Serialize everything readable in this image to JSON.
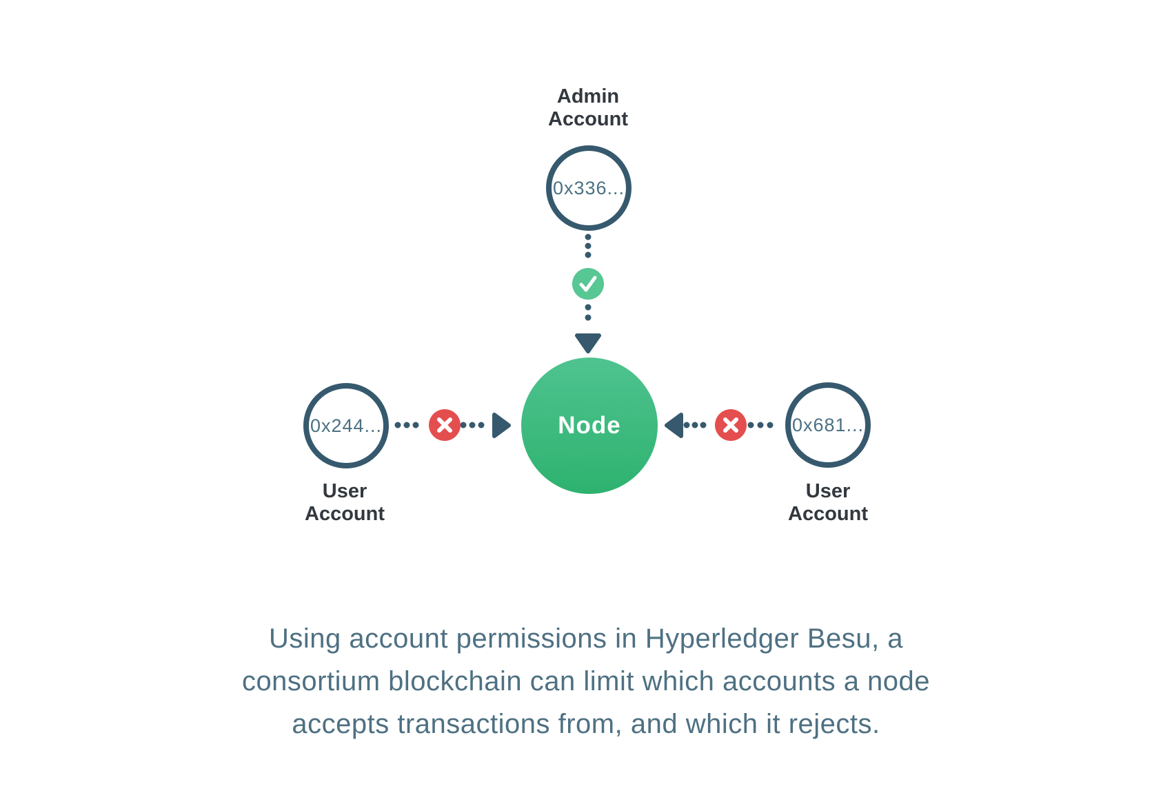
{
  "diagram": {
    "admin_account": {
      "label": [
        "Admin",
        "Account"
      ],
      "address": "0x336..."
    },
    "node": {
      "label": "Node"
    },
    "left_user_account": {
      "label": [
        "User",
        "Account"
      ],
      "address": "0x244..."
    },
    "right_user_account": {
      "label": [
        "User",
        "Account"
      ],
      "address": "0x681..."
    },
    "icons": {
      "accept": "check-icon",
      "reject": "x-icon",
      "arrows": "arrowhead-icon"
    }
  },
  "caption": {
    "lines": [
      "Using account permissions in Hyperledger Besu, a",
      "consortium blockchain can limit which accounts a node",
      "accepts transactions from, and which it rejects."
    ]
  },
  "colors": {
    "slate": "#36596D",
    "label_text": "#32383E",
    "address_text": "#4C7183",
    "node_green_top": "#4FC390",
    "node_green_bottom": "#2EB26F",
    "check_green": "#57C794",
    "reject_red": "#E54E4E",
    "caption_text": "#4E7082",
    "background": "#FFFFFF"
  }
}
